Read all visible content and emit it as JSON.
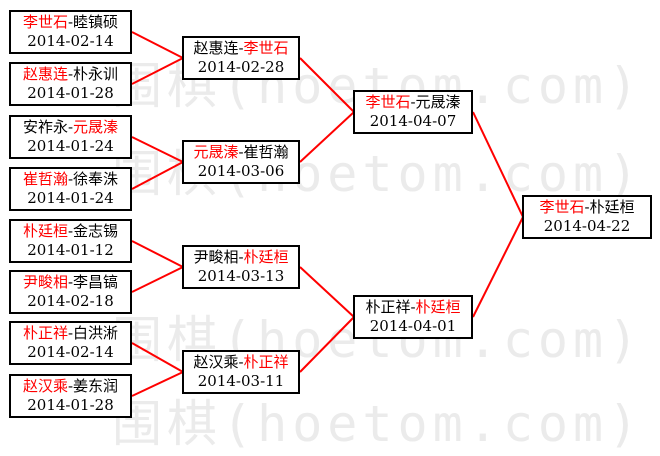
{
  "title": "Go tournament knockout bracket",
  "colors": {
    "winner_text": "#ff0000",
    "connector_line": "#ff0000",
    "box_border": "#000000",
    "watermark": "#ebebeb",
    "background": "#ffffff"
  },
  "watermark": {
    "text": "围棋(hoetom.com)"
  },
  "matches": [
    {
      "round": "round-of-16",
      "p1": "李世石",
      "dash": "-",
      "p2": "睦镇硕",
      "winner": "p1",
      "date": "2014-02-14"
    },
    {
      "round": "round-of-16",
      "p1": "赵惠连",
      "dash": "-",
      "p2": "朴永训",
      "winner": "p1",
      "date": "2014-01-28"
    },
    {
      "round": "round-of-16",
      "p1": "安祚永",
      "dash": "-",
      "p2": "元晟溱",
      "winner": "p2",
      "date": "2014-01-24"
    },
    {
      "round": "round-of-16",
      "p1": "崔哲瀚",
      "dash": "-",
      "p2": "徐奉洙",
      "winner": "p1",
      "date": "2014-01-24"
    },
    {
      "round": "round-of-16",
      "p1": "朴廷桓",
      "dash": "-",
      "p2": "金志锡",
      "winner": "p1",
      "date": "2014-01-12"
    },
    {
      "round": "round-of-16",
      "p1": "尹畯相",
      "dash": "-",
      "p2": "李昌镐",
      "winner": "p1",
      "date": "2014-02-18"
    },
    {
      "round": "round-of-16",
      "p1": "朴正祥",
      "dash": "-",
      "p2": "白洪淅",
      "winner": "p1",
      "date": "2014-02-14"
    },
    {
      "round": "round-of-16",
      "p1": "赵汉乘",
      "dash": "-",
      "p2": "姜东润",
      "winner": "p1",
      "date": "2014-01-28"
    },
    {
      "round": "quarterfinal",
      "p1": "赵惠连",
      "dash": "-",
      "p2": "李世石",
      "winner": "p2",
      "date": "2014-02-28"
    },
    {
      "round": "quarterfinal",
      "p1": "元晟溱",
      "dash": "-",
      "p2": "崔哲瀚",
      "winner": "p1",
      "date": "2014-03-06"
    },
    {
      "round": "quarterfinal",
      "p1": "尹畯相",
      "dash": "-",
      "p2": "朴廷桓",
      "winner": "p2",
      "date": "2014-03-13"
    },
    {
      "round": "quarterfinal",
      "p1": "赵汉乘",
      "dash": "-",
      "p2": "朴正祥",
      "winner": "p2",
      "date": "2014-03-11"
    },
    {
      "round": "semifinal",
      "p1": "李世石",
      "dash": "-",
      "p2": "元晟溱",
      "winner": "p1",
      "date": "2014-04-07"
    },
    {
      "round": "semifinal",
      "p1": "朴正祥",
      "dash": "-",
      "p2": "朴廷桓",
      "winner": "p2",
      "date": "2014-04-01"
    },
    {
      "round": "final",
      "p1": "李世石",
      "dash": "-",
      "p2": "朴廷桓",
      "winner": "p1",
      "date": "2014-04-22"
    }
  ]
}
